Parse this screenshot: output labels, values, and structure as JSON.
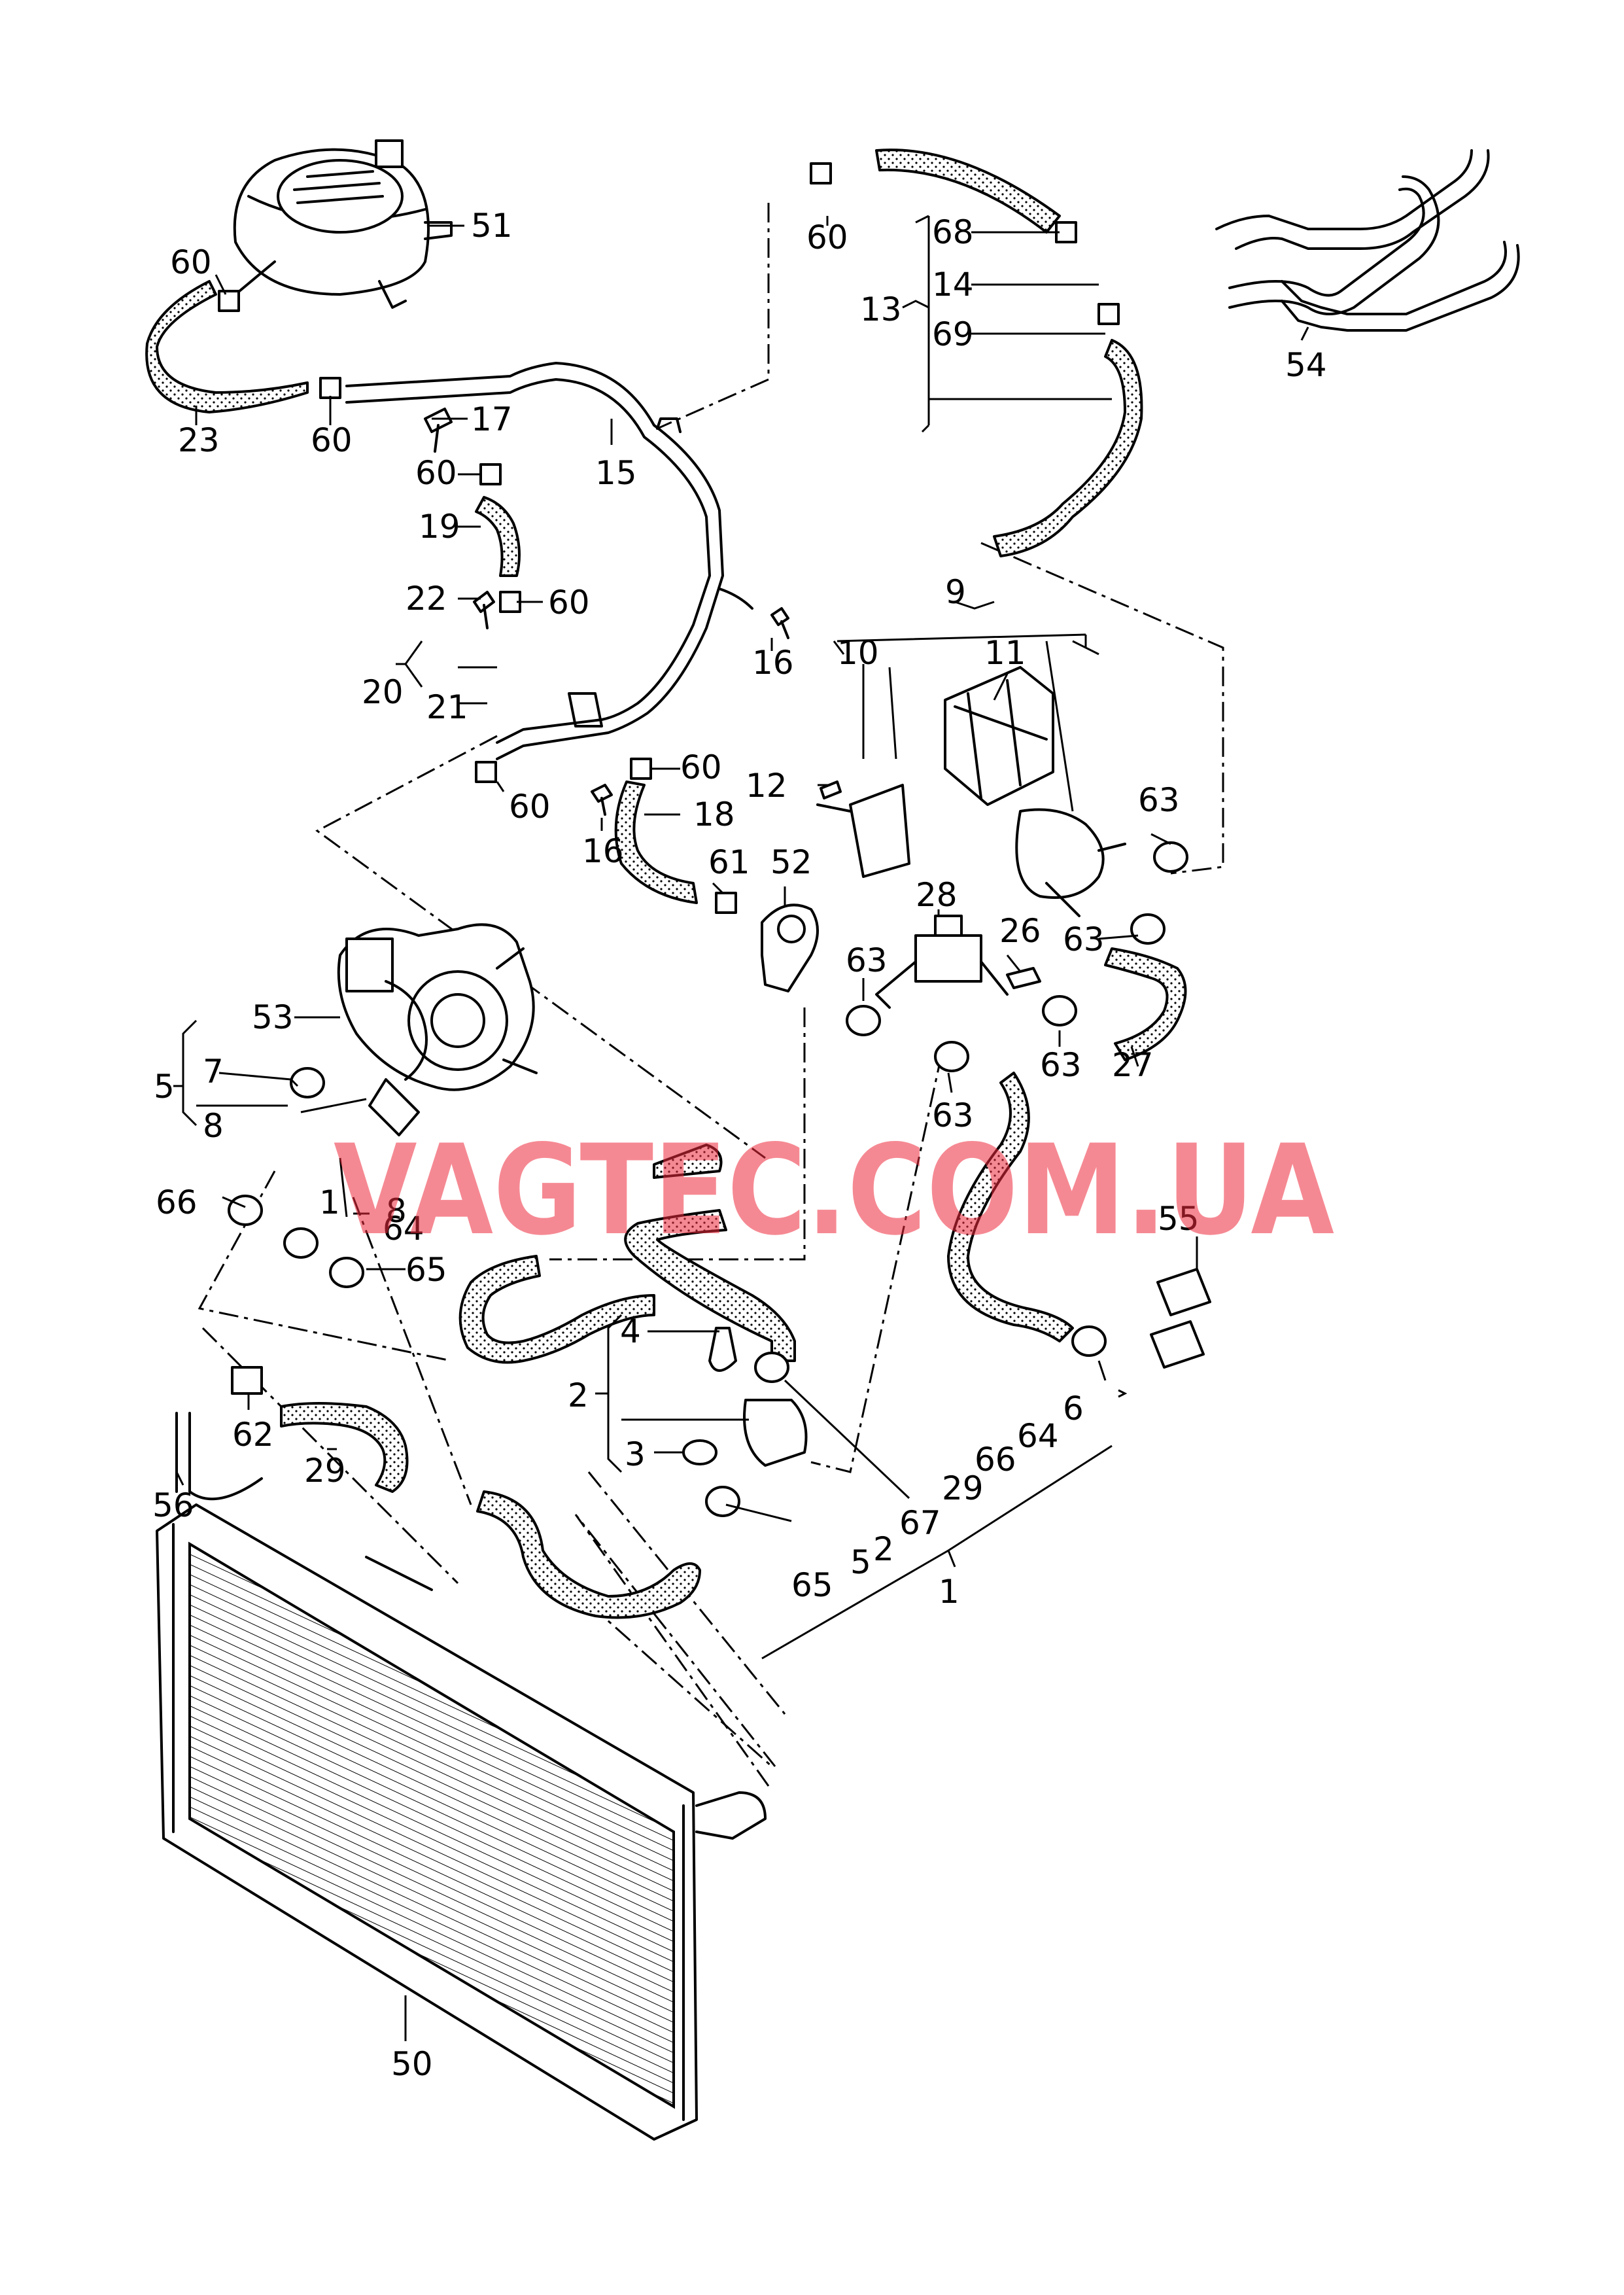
{
  "watermark": "VAGTEC.COM.UA",
  "labels": [
    "51",
    "60",
    "23",
    "60",
    "17",
    "15",
    "60",
    "19",
    "22",
    "60",
    "20",
    "21",
    "60",
    "16",
    "60",
    "18",
    "16",
    "60",
    "13",
    "68",
    "14",
    "69",
    "54",
    "9",
    "10",
    "11",
    "12",
    "63",
    "61",
    "52",
    "28",
    "26",
    "63",
    "63",
    "63",
    "27",
    "63",
    "53",
    "7",
    "5",
    "8",
    "1",
    "8",
    "66",
    "64",
    "65",
    "55",
    "4",
    "2",
    "3",
    "62",
    "29",
    "56",
    "67",
    "65",
    "5",
    "2",
    "29",
    "66",
    "64",
    "6",
    "1",
    "50"
  ]
}
